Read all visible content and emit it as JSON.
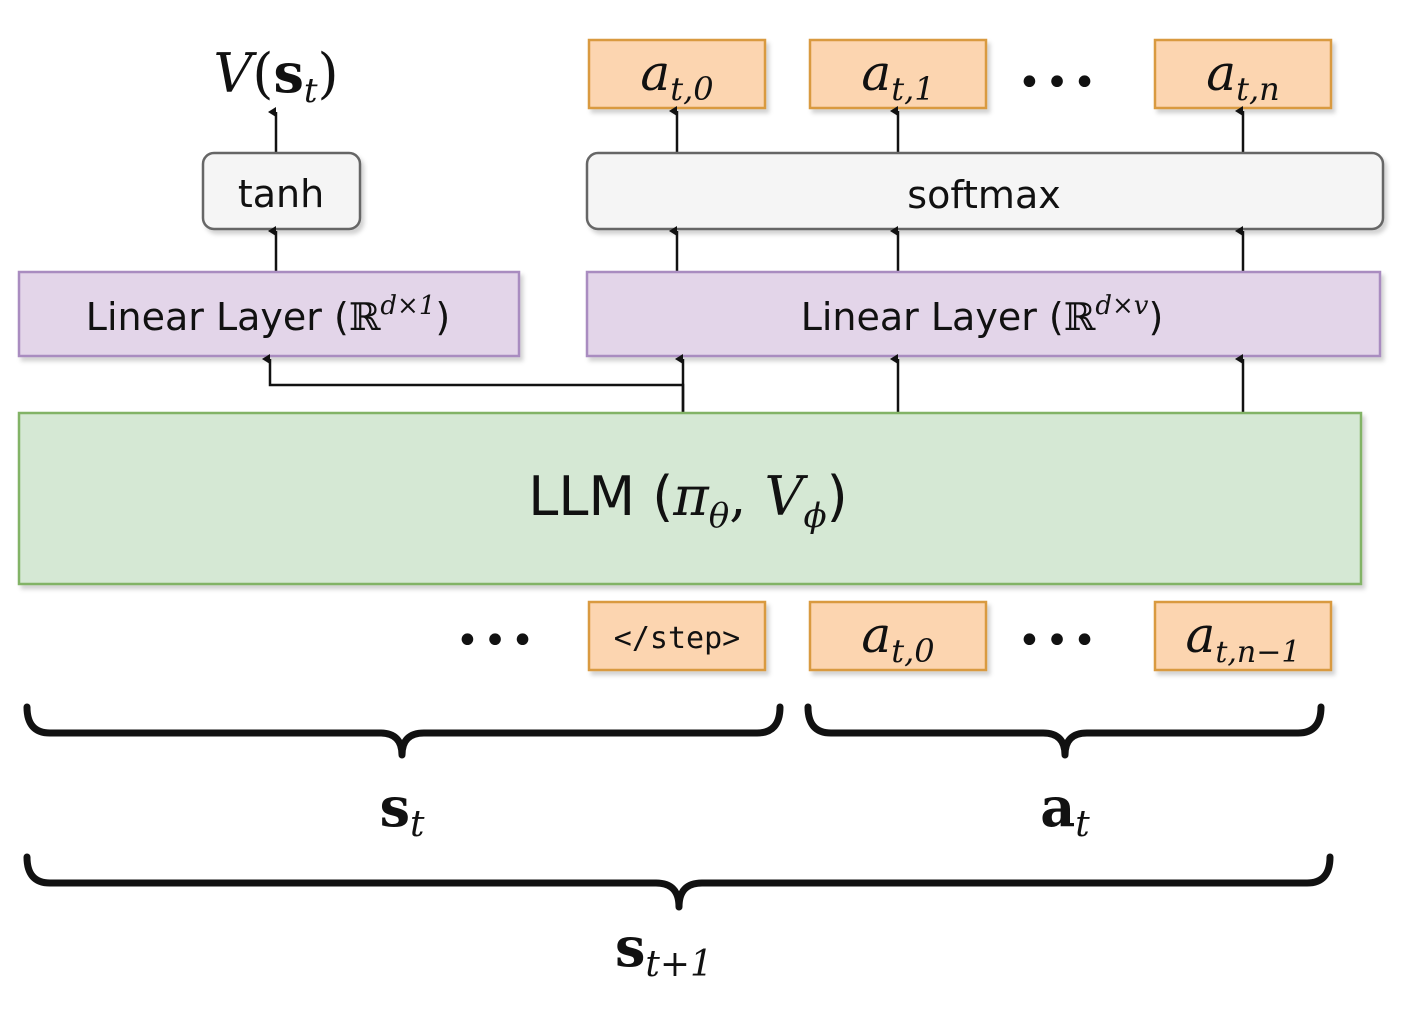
{
  "colors": {
    "token_fill": "#fcd5b0",
    "token_stroke": "#d99a3f",
    "linear_fill": "#e3d5e9",
    "linear_stroke": "#a98cc0",
    "llm_fill": "#d5e8d4",
    "llm_stroke": "#82b366",
    "gray_fill": "#f5f5f5",
    "gray_stroke": "#666666"
  },
  "value_head": {
    "output": {
      "V": "V",
      "s": "s",
      "sub": "t"
    },
    "tanh": "tanh",
    "linear": {
      "label": "Linear Layer (",
      "R": "ℝ",
      "sup": "d×1",
      "close": ")"
    }
  },
  "policy_head": {
    "outputs": [
      {
        "a": "a",
        "sub": "t,0"
      },
      {
        "a": "a",
        "sub": "t,1"
      },
      {
        "a": "a",
        "sub": "t,n"
      }
    ],
    "softmax": "softmax",
    "linear": {
      "label": "Linear Layer (",
      "R": "ℝ",
      "sup": "d×v",
      "close": ")"
    }
  },
  "llm": {
    "label": "LLM (",
    "pi": "π",
    "pi_sub": "θ",
    "sep": ",",
    "V": "V",
    "V_sub": "ϕ",
    "close": ")"
  },
  "inputs": {
    "step_token": "</step>",
    "tokens": [
      {
        "a": "a",
        "sub": "t,0"
      },
      {
        "a": "a",
        "sub": "t,n−1"
      }
    ]
  },
  "braces": {
    "state": {
      "s": "s",
      "sub": "t"
    },
    "action": {
      "a": "a",
      "sub": "t"
    },
    "next_state": {
      "s": "s",
      "sub": "t+1"
    }
  },
  "ellipsis": "•••"
}
